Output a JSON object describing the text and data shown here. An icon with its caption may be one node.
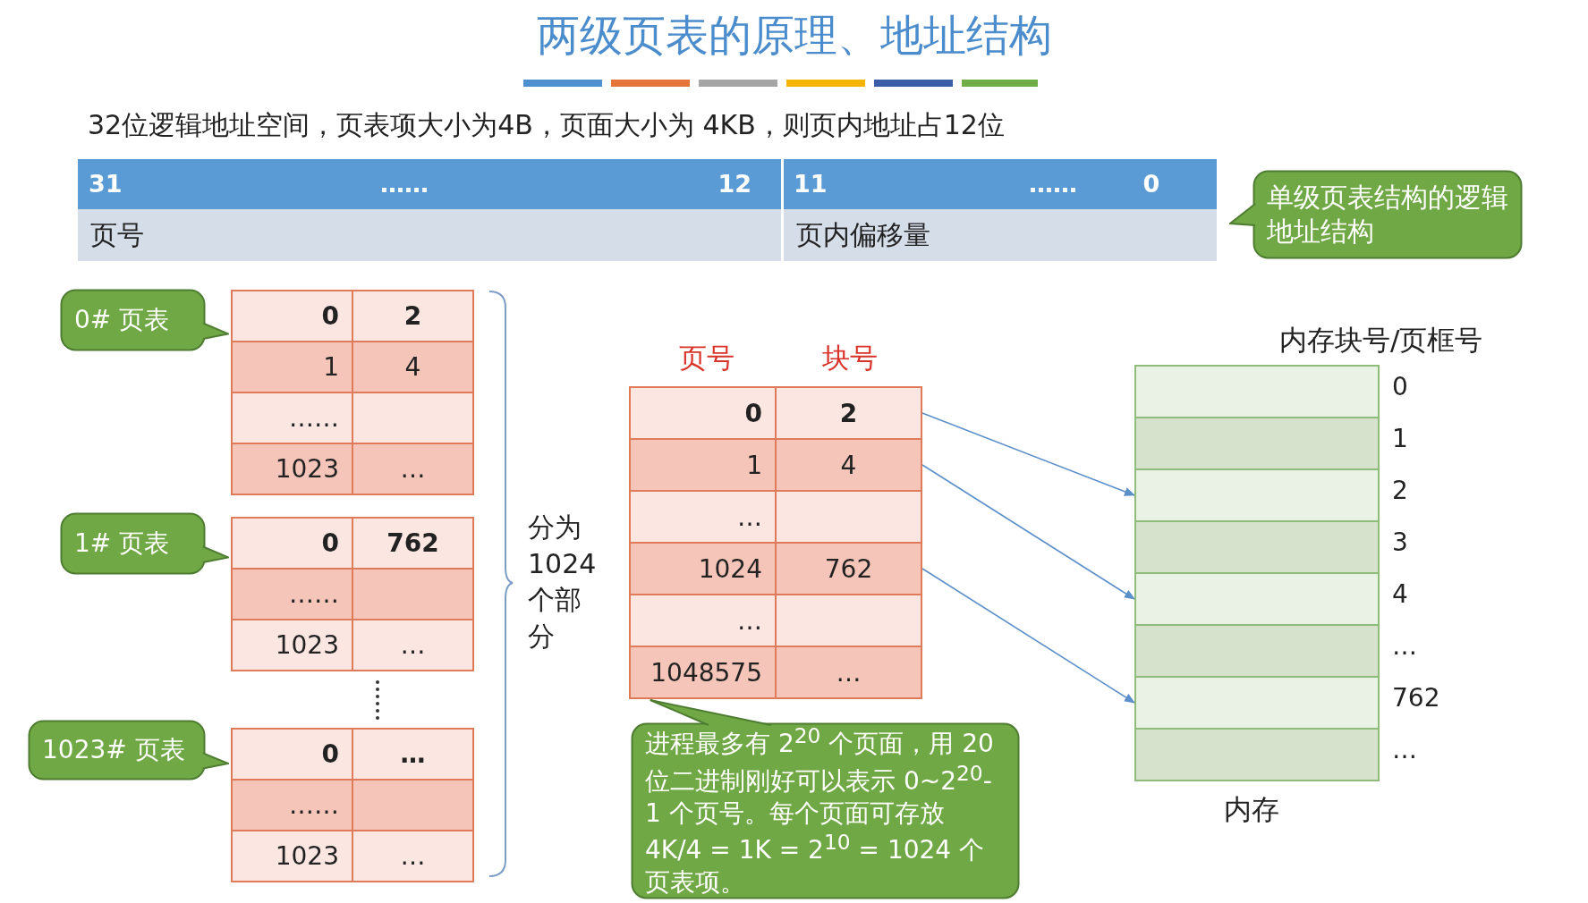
{
  "diagram": {
    "title": "两级页表的原理、地址结构",
    "nodes": [
      {
        "text": [
          "单级页表结构的逻辑地址结构"
        ]
      },
      {
        "text": [
          "0# 页表"
        ]
      },
      {
        "text": [
          "1# 页表"
        ]
      },
      {
        "text": [
          "1023# 页表"
        ]
      },
      {
        "text": [
          "2"
        ]
      },
      {
        "text": [
          "4"
        ]
      },
      {
        "text": [
          "762"
        ]
      },
      {
        "text": [
          "进程最多有 2$^{20}$ 个页面，用 20 位二进制刚好可以表示 0~2$^{20}$-1 个页号。每个页面可存放 4K/4 = 1K = 2$^{10}$ = 1024 个页表项。"
        ]
      },
      {
        "text": [],
        "shape": "box",
        "beside": [
          "0"
        ]
      },
      {
        "text": [],
        "shape": "box",
        "beside": [
          "1"
        ]
      },
      {
        "text": [],
        "shape": "box",
        "beside": [
          "2"
        ]
      },
      {
        "text": [],
        "shape": "box",
        "beside": [
          "3"
        ]
      },
      {
        "text": [],
        "shape": "box",
        "beside": [
          "4"
        ]
      },
      {
        "text": [],
        "shape": "box",
        "beside": [
          "…"
        ]
      },
      {
        "text": [],
        "shape": "box",
        "beside": [
          "762"
        ]
      },
      {
        "text": [],
        "shape": "box",
        "beside": [
          "…"
        ]
      }
    ],
    "edges": [
      {
        "from": 4,
        "to": 10,
        "arrow": "to"
      },
      {
        "from": 5,
        "to": 12,
        "arrow": "to"
      },
      {
        "from": 6,
        "to": 14,
        "arrow": "to"
      }
    ],
    "labels": [
      "32位逻辑地址空间，页表项大小为4B，页面大小为 4KB，则页内地址占12位",
      "31",
      "……",
      "12",
      "11",
      "……",
      "0",
      "页号",
      "页内偏移量",
      "0",
      "2",
      "1",
      "4",
      "……",
      "1023",
      "…",
      "0",
      "762",
      "……",
      "1023",
      "…",
      "0",
      "…",
      "……",
      "1023",
      "…",
      "分为1024个部分",
      "页号",
      "块号",
      "0",
      "1",
      "…",
      "1024",
      "…",
      "1048575",
      "…",
      "内存块号/页框号",
      "内存"
    ]
  }
}
